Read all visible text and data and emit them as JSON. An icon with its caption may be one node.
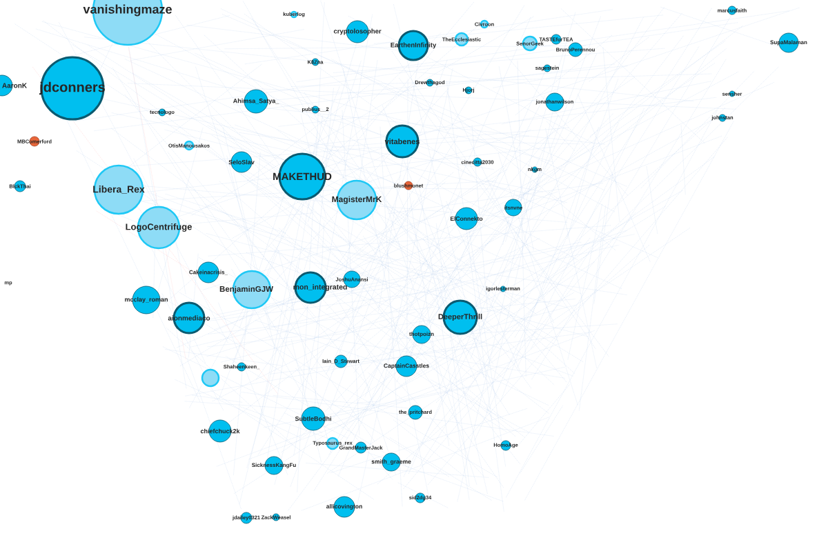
{
  "diagram": {
    "nodes": [
      {
        "text": [
          "vanishingmaze"
        ]
      },
      {
        "text": [
          "jdconners"
        ]
      },
      {
        "text": [
          "AaronK"
        ]
      },
      {
        "text": [
          "tecnologo"
        ]
      },
      {
        "text": [
          "MBComerford"
        ]
      },
      {
        "text": [
          "OtisManousakos"
        ]
      },
      {
        "text": [
          "BlckThai"
        ]
      },
      {
        "text": [
          "Libera_Rex"
        ]
      },
      {
        "text": [
          "LogoCentrifuge"
        ]
      },
      {
        "text": [
          "Ahimsa_Satya_"
        ]
      },
      {
        "text": [
          "SeloSlav"
        ]
      },
      {
        "text": [
          "MAKETHUD"
        ]
      },
      {
        "text": [
          "MagisterMrK"
        ]
      },
      {
        "text": [
          "kuberlog"
        ]
      },
      {
        "text": [
          "cryptolosopher"
        ]
      },
      {
        "text": [
          "K8Zna"
        ]
      },
      {
        "text": [
          "EarthenInfinity"
        ]
      },
      {
        "text": [
          "publius__2"
        ]
      },
      {
        "text": [
          "Drewthagod"
        ]
      },
      {
        "text": [
          "Civroon"
        ]
      },
      {
        "text": [
          "TheEcclesiastic"
        ]
      },
      {
        "text": [
          "Hjorj"
        ]
      },
      {
        "text": [
          "vitabenes"
        ]
      },
      {
        "text": [
          "cinecitta2030"
        ]
      },
      {
        "text": [
          "blushmonet"
        ]
      },
      {
        "text": [
          "SenorGeek"
        ]
      },
      {
        "text": [
          "TASTEforTEA"
        ]
      },
      {
        "text": [
          "BrunoPerennou"
        ]
      },
      {
        "text": [
          "sagestein"
        ]
      },
      {
        "text": [
          "jonathanwilson"
        ]
      },
      {
        "text": [
          "nkgm"
        ]
      },
      {
        "text": [
          "marcusfaith"
        ]
      },
      {
        "text": [
          "SupaMalaman"
        ]
      },
      {
        "text": [
          "sensher"
        ]
      },
      {
        "text": [
          "johnstan"
        ]
      },
      {
        "text": [
          "ElConnekto"
        ]
      },
      {
        "text": [
          "itsnvne"
        ]
      },
      {
        "text": [
          "Cakeinacrisis_"
        ]
      },
      {
        "text": [
          "BenjaminGJW"
        ]
      },
      {
        "text": [
          "mon_integrated"
        ]
      },
      {
        "text": [
          "JoshuAnansi"
        ]
      },
      {
        "text": [
          "mcclay_roman"
        ]
      },
      {
        "text": [
          "aionmediaco"
        ]
      },
      {
        "text": [
          "igorlesterman"
        ]
      },
      {
        "text": [
          "DeeperThrill"
        ]
      },
      {
        "text": [
          "thotpoizn"
        ]
      },
      {
        "text": [
          "Shaheenkeen_"
        ]
      },
      {
        "text": [
          "Iain_D_Stewart"
        ]
      },
      {
        "text": [
          "CaptainCasstles"
        ]
      },
      {
        "text": [],
        "shape": "circle"
      },
      {
        "text": [
          "the_pritchard"
        ]
      },
      {
        "text": [
          "SubtleBodhi"
        ]
      },
      {
        "text": [
          "chiefchuck2k"
        ]
      },
      {
        "text": [
          "Typosaurus_rex"
        ]
      },
      {
        "text": [
          "GrandMasterJack"
        ]
      },
      {
        "text": [
          "HomoAge"
        ]
      },
      {
        "text": [
          "SicknessKangFu"
        ]
      },
      {
        "text": [
          "smith_graeme"
        ]
      },
      {
        "text": [
          "sid2dg34"
        ]
      },
      {
        "text": [
          "allicovington"
        ]
      },
      {
        "text": [
          "jdailey0321"
        ]
      },
      {
        "text": [
          "ZackWeasel"
        ]
      },
      {
        "text": [
          "mp"
        ]
      }
    ]
  }
}
